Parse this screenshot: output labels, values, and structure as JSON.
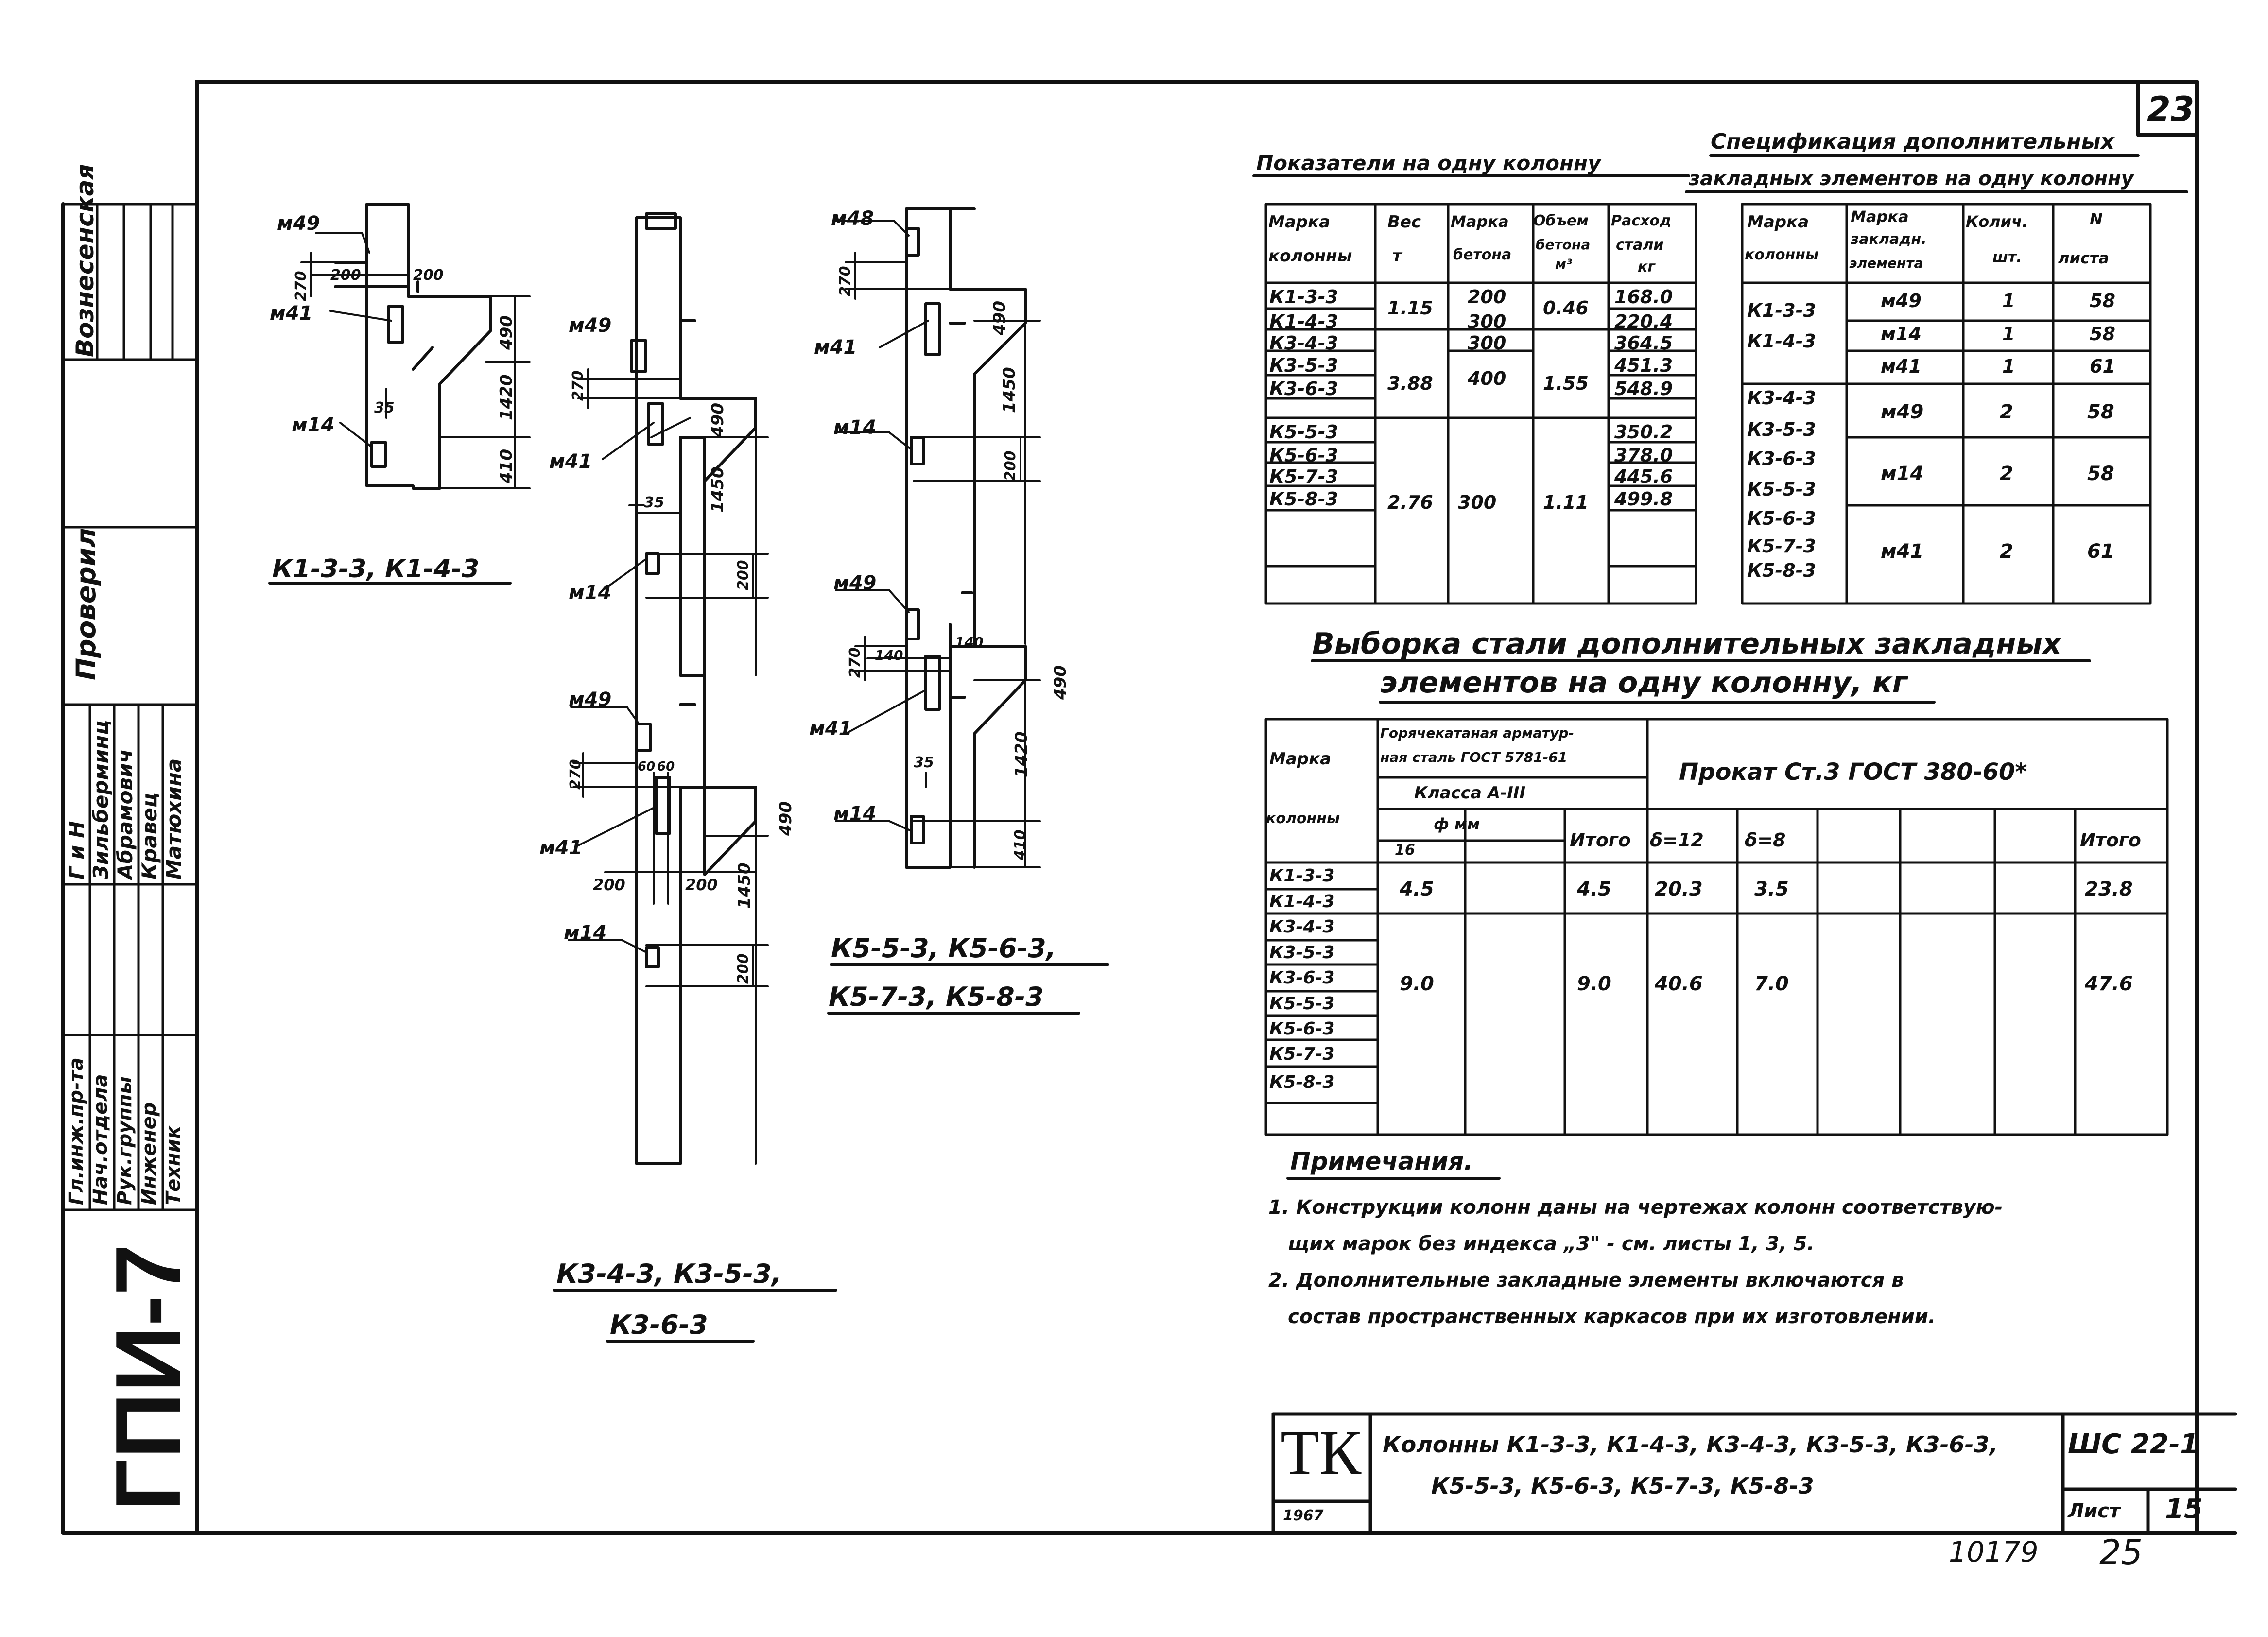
{
  "corner": {
    "page_number": "23",
    "index_label": "ГПИ-7"
  },
  "stamp": {
    "vertical_top": {
      "possessor": "Вознесенская",
      "checked_role": "Проверил"
    },
    "staff": [
      {
        "role": "Гл.инж.пр-та",
        "name": "Г и Н"
      },
      {
        "role": "Нач.отдела",
        "name": "Зильберминц"
      },
      {
        "role": "Рук.группы",
        "name": "Абрамович"
      },
      {
        "role": "Инженер",
        "name": "Кравец"
      },
      {
        "role": "Техник",
        "name": "Матюхина"
      }
    ]
  },
  "drawings": {
    "k1": {
      "caption": "К1-3-3, К1-4-3",
      "labels": {
        "m49": "м49",
        "m41": "м41",
        "m14": "м14"
      },
      "dims": [
        "270",
        "200",
        "200",
        "490",
        "1420",
        "35",
        "410"
      ]
    },
    "k3": {
      "caption_line1": "К3-4-3, К3-5-3,",
      "caption_line2": "К3-6-3",
      "labels": {
        "m49a": "м49",
        "m41a": "м41",
        "m14a": "м14",
        "m49b": "м49",
        "m41b": "м41",
        "m14b": "м14"
      },
      "dims": [
        "270",
        "490",
        "1450",
        "35",
        "200",
        "270",
        "60",
        "60",
        "490",
        "200",
        "200",
        "1450",
        "200"
      ]
    },
    "k5": {
      "caption_line1": "К5-5-3, К5-6-3,",
      "caption_line2": "К5-7-3, К5-8-3",
      "labels": {
        "m48": "м48",
        "m41a": "м41",
        "m14a": "м14",
        "m49": "м49",
        "m41b": "м41",
        "m14b": "м14"
      },
      "dims": [
        "270",
        "490",
        "1450",
        "200",
        "270",
        "140",
        "140",
        "490",
        "35",
        "1420",
        "410"
      ]
    }
  },
  "indicators": {
    "title": "Показатели на одну колонну",
    "headers": [
      [
        "Марка",
        "колонны"
      ],
      [
        "Вес",
        "т"
      ],
      [
        "Марка",
        "бетона"
      ],
      [
        "Объем",
        "бетона",
        "м³"
      ],
      [
        "Расход",
        "стали",
        "кг"
      ]
    ],
    "marks": [
      "К1-3-3",
      "К1-4-3",
      "К3-4-3",
      "К3-5-3",
      "К3-6-3",
      "К5-5-3",
      "К5-6-3",
      "К5-7-3",
      "К5-8-3"
    ],
    "weights": [
      "1.15",
      "3.88",
      "2.76"
    ],
    "concrete": [
      "200",
      "300",
      "300",
      "400",
      "300"
    ],
    "volumes": [
      "0.46",
      "1.55",
      "1.11"
    ],
    "steel": [
      "168.0",
      "220.4",
      "364.5",
      "451.3",
      "548.9",
      "350.2",
      "378.0",
      "445.6",
      "499.8"
    ]
  },
  "specification": {
    "title_line1": "Спецификация дополнительных",
    "title_line2": "закладных элементов на одну колонну",
    "headers": [
      [
        "Марка",
        "колонны"
      ],
      [
        "Марка",
        "закладн.",
        "элемента"
      ],
      [
        "Колич.",
        "шт."
      ],
      [
        "N",
        "листа"
      ]
    ],
    "groups": [
      {
        "marks": [
          "К1-3-3",
          "К1-4-3"
        ],
        "rows": [
          [
            "м49",
            "1",
            "58"
          ],
          [
            "м14",
            "1",
            "58"
          ],
          [
            "м41",
            "1",
            "61"
          ]
        ]
      },
      {
        "marks": [
          "К3-4-3",
          "К3-5-3",
          "К3-6-3",
          "К5-5-3",
          "К5-6-3",
          "К5-7-3",
          "К5-8-3"
        ],
        "rows": [
          [
            "м49",
            "2",
            "58"
          ],
          [
            "м14",
            "2",
            "58"
          ],
          [
            "м41",
            "2",
            "61"
          ]
        ]
      }
    ]
  },
  "steel_selection": {
    "title_line1": "Выборка стали дополнительных закладных",
    "title_line2": "элементов на одну колонну, кг",
    "header_mark": [
      "Марка",
      "колонны"
    ],
    "header_rebar": [
      "Горячекатаная арматур-",
      "ная сталь ГОСТ 5781-61"
    ],
    "header_class": "Класса А-III",
    "header_diam": "ф мм",
    "header_16": "16",
    "header_total": "Итого",
    "header_rolled": "Прокат Ст.3 ГОСТ 380-60*",
    "header_d12": "δ=12",
    "header_d8": "δ=8",
    "header_total2": "Итого",
    "marks": [
      "К1-3-3",
      "К1-4-3",
      "К3-4-3",
      "К3-5-3",
      "К3-6-3",
      "К5-5-3",
      "К5-6-3",
      "К5-7-3",
      "К5-8-3"
    ],
    "values": [
      {
        "d16": "4.5",
        "total": "4.5",
        "d12": "20.3",
        "d8": "3.5",
        "total2": "23.8"
      },
      {
        "d16": "9.0",
        "total": "9.0",
        "d12": "40.6",
        "d8": "7.0",
        "total2": "47.6"
      }
    ]
  },
  "notes": {
    "heading": "Примечания.",
    "items": [
      "1. Конструкции колонн даны на чертежах колонн соответствую-",
      "щих марок без индекса „3\" - см. листы 1, 3, 5.",
      "2. Дополнительные закладные элементы включаются в",
      "состав пространственных каркасов при их изготовлении."
    ]
  },
  "title_block": {
    "logo": "ТК",
    "year": "1967",
    "title_line1": "Колонны К1-3-3, К1-4-3, К3-4-3, К3-5-3, К3-6-3,",
    "title_line2": "К5-5-3, К5-6-3, К5-7-3, К5-8-3",
    "series": "ШС 22-1",
    "sheet_label": "Лист",
    "sheet_number": "15"
  },
  "footer": {
    "inventory": "10179",
    "page": "25"
  }
}
